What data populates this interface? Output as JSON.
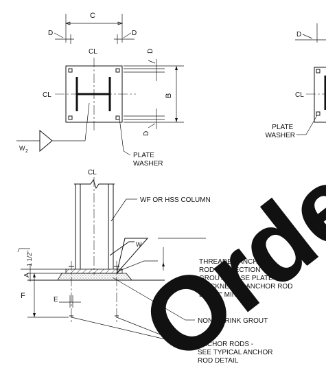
{
  "plan_view": {
    "dim_c": "C",
    "dim_d_left": "D",
    "dim_d_right": "D",
    "dim_d_top": "D",
    "dim_d_bottom": "D",
    "dim_b": "B",
    "centerline_top": "CL",
    "centerline_left": "CL",
    "load_label": "W",
    "load_sub": "2",
    "plate_washer": "PLATE\nWASHER"
  },
  "plan_view_2": {
    "dim_d": "D",
    "centerline_left": "CL",
    "plate_washer": "PLATE\nWASHER"
  },
  "elevation": {
    "centerline": "CL",
    "column": "WF OR HSS COLUMN",
    "dim_offset": "1 1/2\"",
    "dim_a": "A",
    "dim_f": "F",
    "dim_e": "E",
    "weld_label": "W",
    "threaded_rod": "THREADED ANCHOR\nROD PROJECTION =\nGROUT + BASE PLATE\nTHICKNESS + ANCHOR ROD\nDIA +2\" MIN",
    "grout": "NON-SHRINK GROUT",
    "anchor_rods": "ANCHOR RODS -\nSEE TYPICAL ANCHOR\nROD DETAIL"
  },
  "watermark": "Orde"
}
